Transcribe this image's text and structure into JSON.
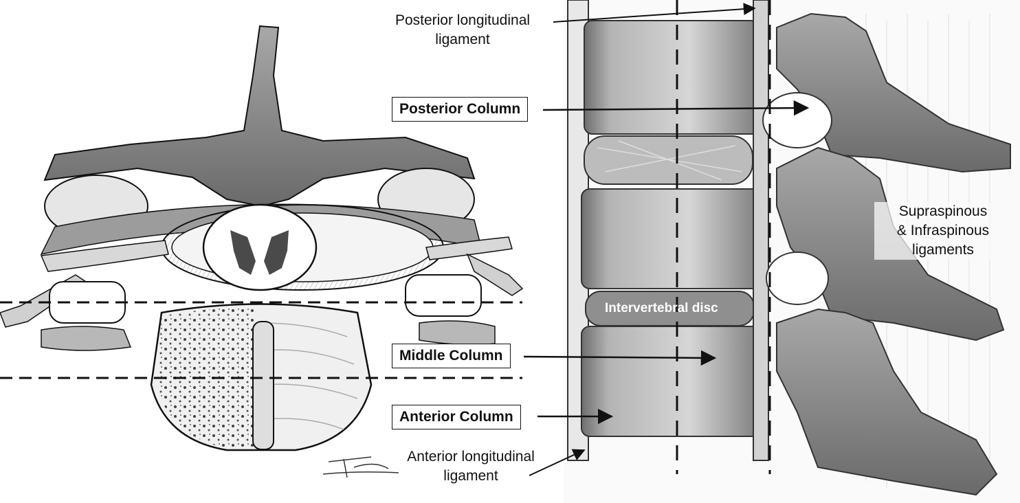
{
  "labels": {
    "posterior_longitudinal_ligament": {
      "line1": "Posterior longitudinal",
      "line2": "ligament"
    },
    "anterior_longitudinal_ligament": {
      "line1": "Anterior longitudinal",
      "line2": "ligament"
    },
    "supraspinous_infraspinous": {
      "line1": "Supraspinous",
      "line2": "& Infraspinous",
      "line3": "ligaments"
    },
    "intervertebral_disc": "Intervertebral disc"
  },
  "columns": {
    "posterior": "Posterior Column",
    "middle": "Middle Column",
    "anterior": "Anterior Column"
  },
  "colors": {
    "ink": "#111111",
    "bone_dark": "#5e5e5e",
    "bone_mid": "#8a8a8a",
    "bone_light": "#c8c8c8",
    "paper": "#ffffff"
  }
}
